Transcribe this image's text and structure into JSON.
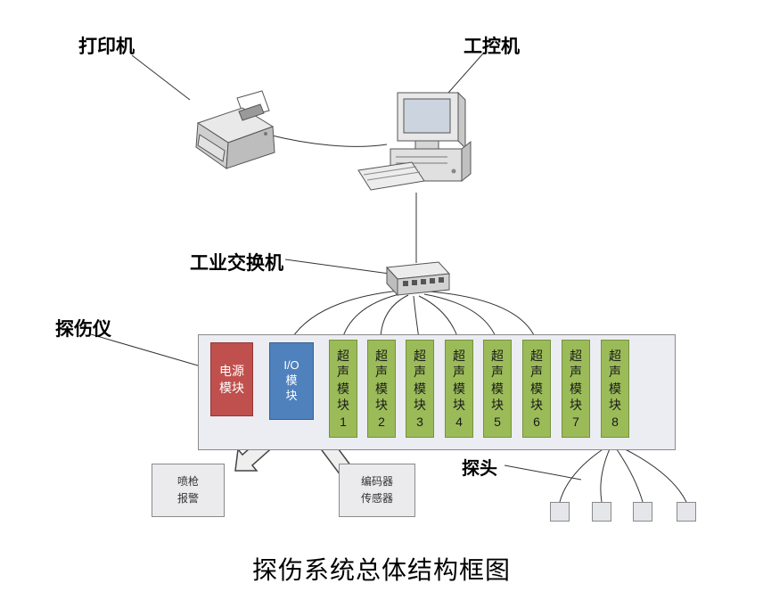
{
  "title": "探伤系统总体结构框图",
  "labels": {
    "printer": "打印机",
    "computer": "工控机",
    "switch": "工业交换机",
    "detector": "探伤仪",
    "probe": "探头"
  },
  "detector": {
    "power_module": "电源\n模块",
    "io_module": "I/O\n模\n块",
    "ultrasonic_modules": [
      "超\n声\n模\n块\n1",
      "超\n声\n模\n块\n2",
      "超\n声\n模\n块\n3",
      "超\n声\n模\n块\n4",
      "超\n声\n模\n块\n5",
      "超\n声\n模\n块\n6",
      "超\n声\n模\n块\n7",
      "超\n声\n模\n块\n8"
    ]
  },
  "peripherals": {
    "spray_gun_alarm": "喷枪\n报警",
    "encoder_sensor": "编码器\n传感器"
  },
  "colors": {
    "power": {
      "fill": "#c0504d",
      "border": "#943634",
      "text": "#ffffff"
    },
    "io": {
      "fill": "#4f81bd",
      "border": "#365f91",
      "text": "#ffffff"
    },
    "ultrasonic": {
      "fill": "#9bbb59",
      "border": "#76923c",
      "text": "#1a1a1a"
    },
    "detector_panel": {
      "fill": "#ebedf2",
      "border": "#8a8a8a"
    }
  }
}
